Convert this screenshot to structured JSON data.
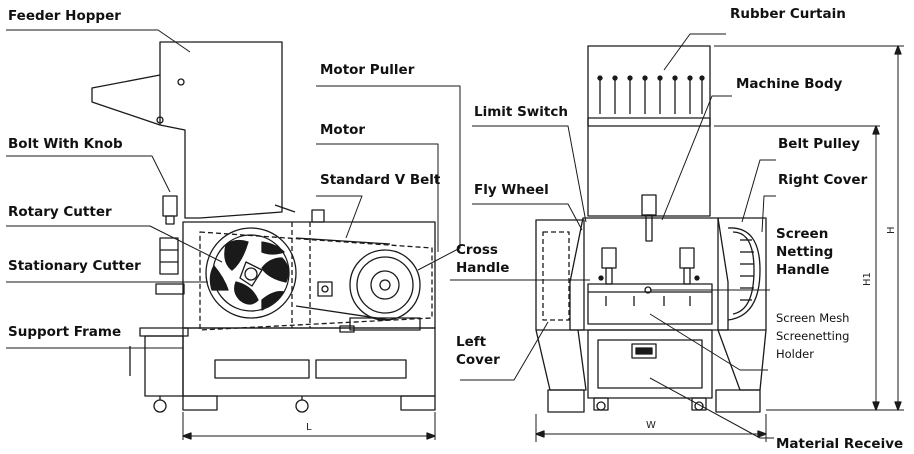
{
  "labels": {
    "feeder_hopper": "Feeder Hopper",
    "motor_puller": "Motor Puller",
    "motor": "Motor",
    "bolt_with_knob": "Bolt With Knob",
    "standard_v_belt": "Standard V Belt",
    "rotary_cutter": "Rotary Cutter",
    "stationary_cutter": "Stationary Cutter",
    "support_frame": "Support Frame",
    "rubber_curtain": "Rubber Curtain",
    "machine_body": "Machine Body",
    "limit_switch": "Limit Switch",
    "belt_pulley": "Belt Pulley",
    "fly_wheel": "Fly Wheel",
    "right_cover": "Right Cover",
    "cross_handle_1": "Cross",
    "cross_handle_2": "Handle",
    "screen_netting_handle_1": "Screen",
    "screen_netting_handle_2": "Netting",
    "screen_netting_handle_3": "Handle",
    "screen_mesh": "Screen Mesh",
    "screenetting_holder_1": "Screenetting",
    "screenetting_holder_2": "Holder",
    "left_cover_1": "Left",
    "left_cover_2": "Cover",
    "material_receive": "Material Receive"
  },
  "dimensions": {
    "length": "L",
    "width": "W",
    "height": "H",
    "height1": "H1"
  }
}
